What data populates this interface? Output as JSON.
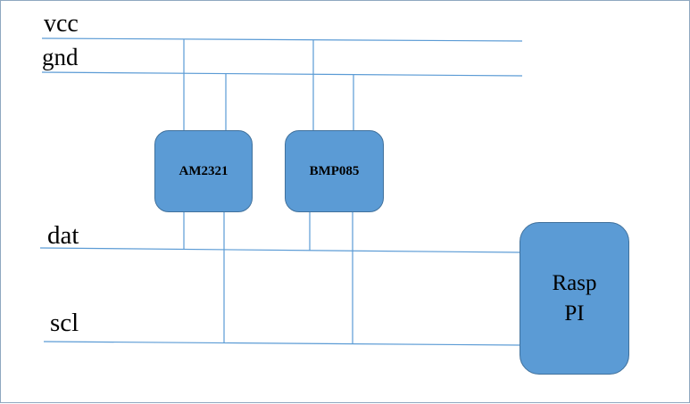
{
  "buses": {
    "vcc": "vcc",
    "gnd": "gnd",
    "dat": "dat",
    "scl": "scl"
  },
  "components": {
    "am2321": "AM2321",
    "bmp085": "BMP085",
    "rasp_line1": "Rasp",
    "rasp_line2": "PI"
  },
  "colors": {
    "block_fill": "#5b9bd5",
    "block_border": "#41719c",
    "wire": "#5b9bd5",
    "frame": "#8fa8c0"
  }
}
